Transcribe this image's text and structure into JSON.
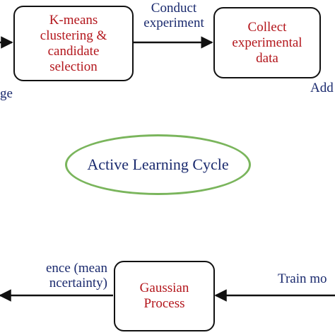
{
  "colors": {
    "box_text": "#b3161c",
    "edge_text": "#1a2a6e",
    "cycle_border": "#7ab55c",
    "stroke": "#111111"
  },
  "nodes": {
    "kmeans": "K-means\nclustering &\ncandidate\nselection",
    "collect": "Collect\nexperimental\ndata",
    "gaussian": "Gaussian\nProcess"
  },
  "edges": {
    "conduct": "Conduct\nexperiment",
    "left_top": "ge",
    "right_top": "Add",
    "left_bottom": "ence (mean\nncertainty)",
    "right_bottom": "Train mo"
  },
  "center": {
    "title": "Active Learning Cycle"
  }
}
